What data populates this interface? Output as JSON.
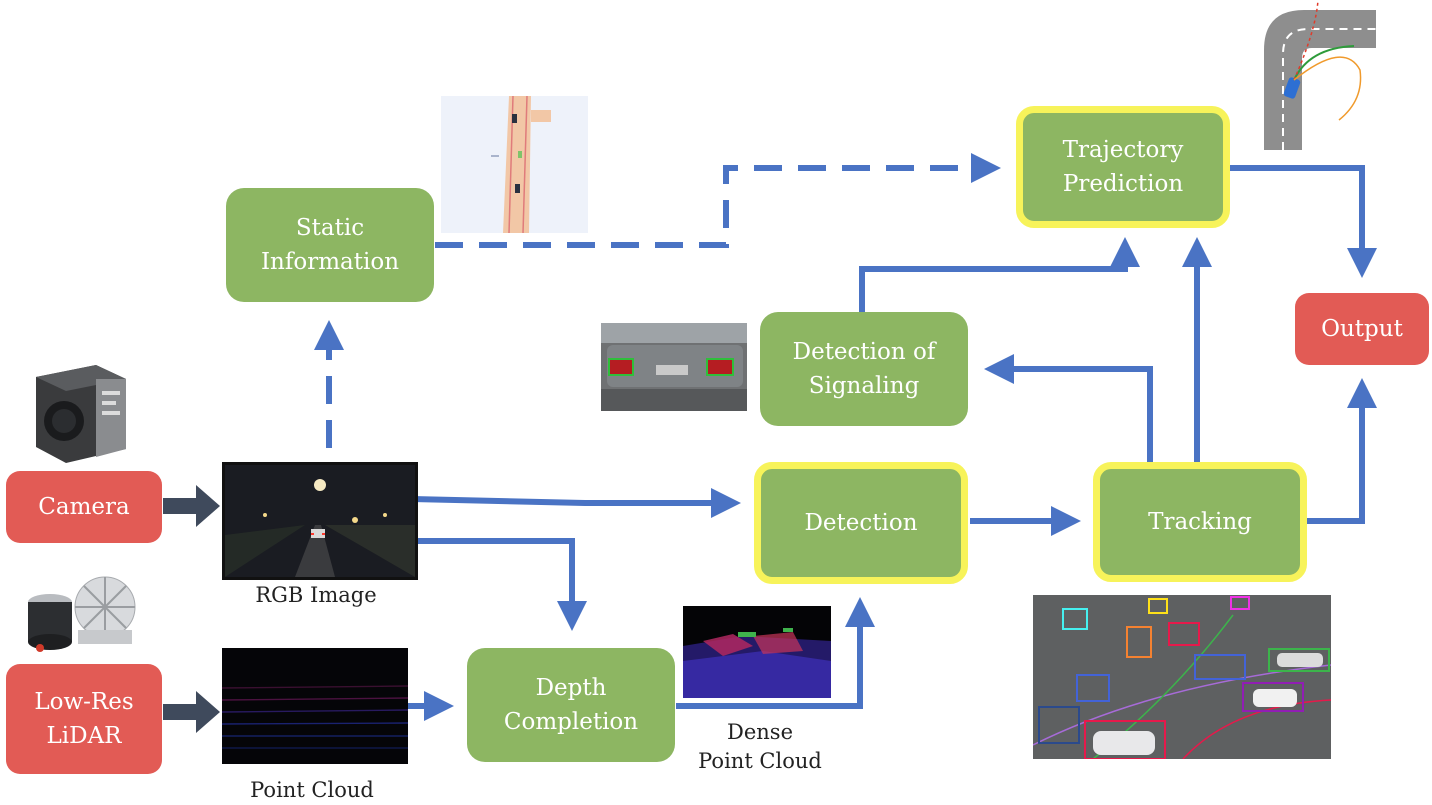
{
  "sensors": {
    "camera": "Camera",
    "lidar": "Low-Res\nLiDAR"
  },
  "modules": {
    "static_info": "Static\nInformation",
    "trajectory": "Trajectory\nPrediction",
    "signaling": "Detection of\nSignaling",
    "detection": "Detection",
    "tracking": "Tracking",
    "depth": "Depth\nCompletion",
    "output": "Output"
  },
  "captions": {
    "rgb": "RGB Image",
    "point_cloud": "Point Cloud",
    "dense_point_cloud": "Dense\nPoint Cloud"
  },
  "colors": {
    "module_fill": "#8db662",
    "io_fill": "#e25b55",
    "highlight_border": "#f7f35a",
    "arrow": "#4a73c4",
    "sensor_arrow": "#3f4a5c"
  },
  "icons": {
    "camera_photo": "industrial-camera-icon",
    "lidar_photo": "lidar-sensor-icon",
    "road_map": "road-map-thumbnail",
    "curve": "trajectory-curve-icon",
    "car_rear": "car-rear-signal-lights-thumbnail",
    "tracking_scene": "multi-object-tracking-thumbnail"
  }
}
